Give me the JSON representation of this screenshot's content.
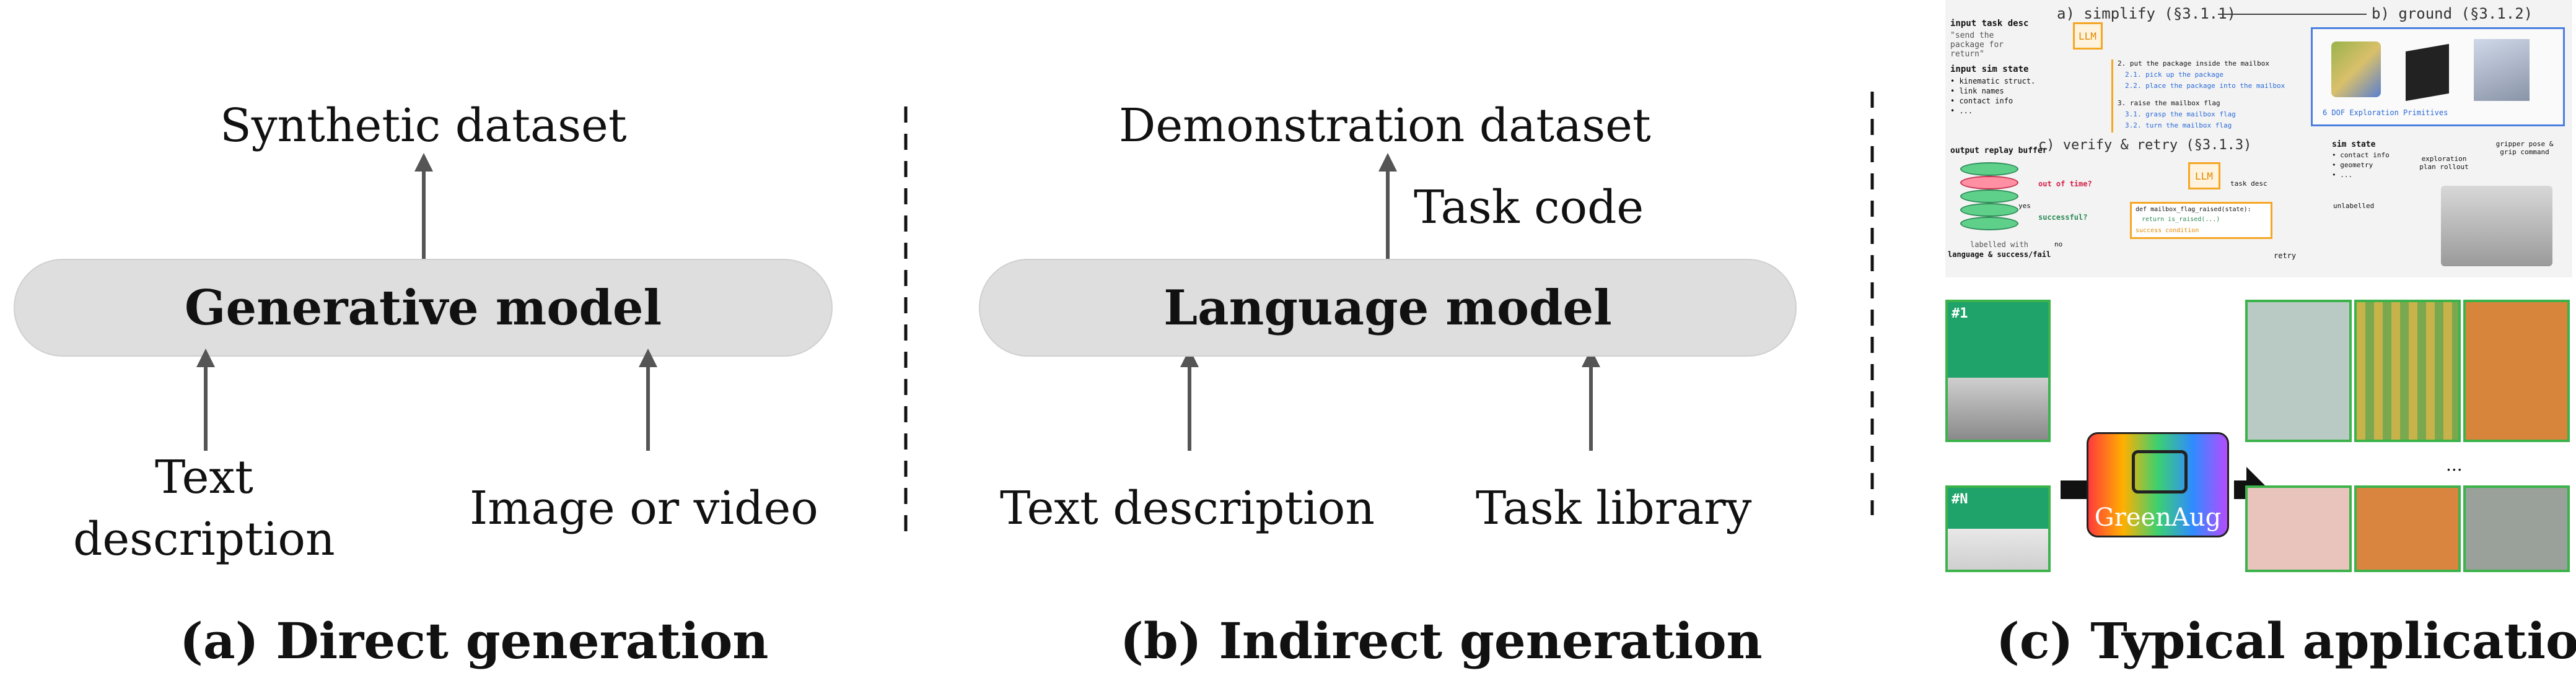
{
  "panel_a": {
    "output": "Synthetic dataset",
    "model": "Generative model",
    "input_left_1": "Text",
    "input_left_2": "description",
    "input_right": "Image or video",
    "caption": "(a) Direct generation"
  },
  "panel_b": {
    "output": "Demonstration dataset",
    "mid_output": "Task code",
    "model": "Language model",
    "input_left": "Text description",
    "input_right": "Task library",
    "caption": "(b) Indirect generation"
  },
  "panel_c": {
    "caption": "(c) Typical application",
    "top_figure": {
      "step_a": "a) simplify (§3.1.1)",
      "step_b": "b) ground (§3.1.2)",
      "step_c": "c) verify & retry (§3.1.3)",
      "input_task_desc": "input task desc",
      "task_quote": "\"send the package for return\"",
      "input_sim_state": "input sim state",
      "sim_items": [
        "• kinematic struct.",
        "• link names",
        "• contact info",
        "• ..."
      ],
      "llm": "LLM",
      "plan_lines": [
        "2. put the package inside the mailbox",
        "2.1. pick up the package",
        "2.2. place the package into the mailbox",
        "3. raise the mailbox flag",
        "3.1. grasp the mailbox flag",
        "3.2. turn the mailbox flag"
      ],
      "primitives": "6 DOF Exploration Primitives",
      "sim_state": "sim state",
      "sim_state_items": [
        "• contact info",
        "• geometry",
        "• ..."
      ],
      "exploration": "exploration plan rollout",
      "gripper": "gripper pose & grip command",
      "output_buffer": "output replay buffer",
      "labelled": "labelled with",
      "label_line": "language & success/fail",
      "out_of_time": "out of time?",
      "successful": "successful?",
      "yes": "yes",
      "no": "no",
      "task_desc": "task desc",
      "unlabelled": "unlabelled",
      "retry": "retry",
      "code_title": "def mailbox_flag_raised(state):",
      "code_line": "return is_raised(...)",
      "success_condition": "success condition"
    },
    "bottom_figure": {
      "greenaug": "GreenAug",
      "frame_first": "#1",
      "frame_last": "#N",
      "ellipsis": "..."
    }
  }
}
